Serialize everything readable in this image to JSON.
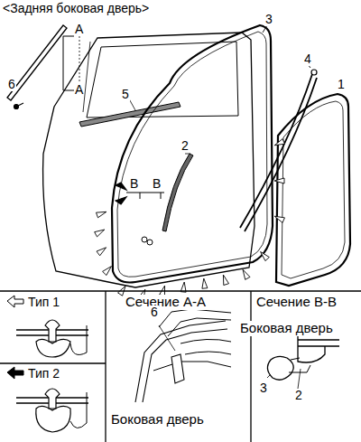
{
  "diagram": {
    "title": "<Задняя боковая дверь>",
    "labels": [
      "6",
      "A",
      "A",
      "5",
      "3",
      "4",
      "2",
      "1",
      "B",
      "B",
      "Тип 1",
      "Тип 2",
      "Сечение А-А",
      "6",
      "Боковая дверь",
      "Сечение В-В",
      "Боковая дверь",
      "3",
      "2"
    ]
  }
}
